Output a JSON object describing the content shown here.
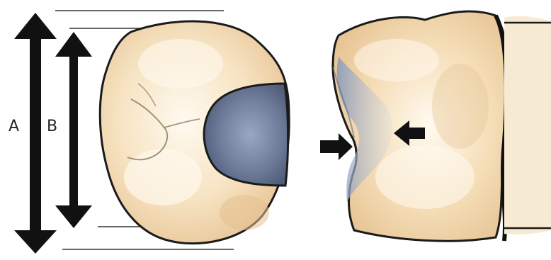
{
  "labels": {
    "a": "A",
    "b": "B"
  },
  "colors": {
    "enamel_base": "#f6e3c2",
    "enamel_shade": "#e9c796",
    "enamel_highlight": "#fffaf0",
    "cavity_blue": "#6f7d9b",
    "cavity_light": "#a9b6cf",
    "outline": "#1b1b1b",
    "arrow": "#111111"
  },
  "icons": {
    "arrow_a": "double-headed-arrow",
    "arrow_b": "double-headed-arrow",
    "arrow_left_pointer": "arrow-right-icon",
    "arrow_right_pointer": "arrow-left-icon"
  }
}
